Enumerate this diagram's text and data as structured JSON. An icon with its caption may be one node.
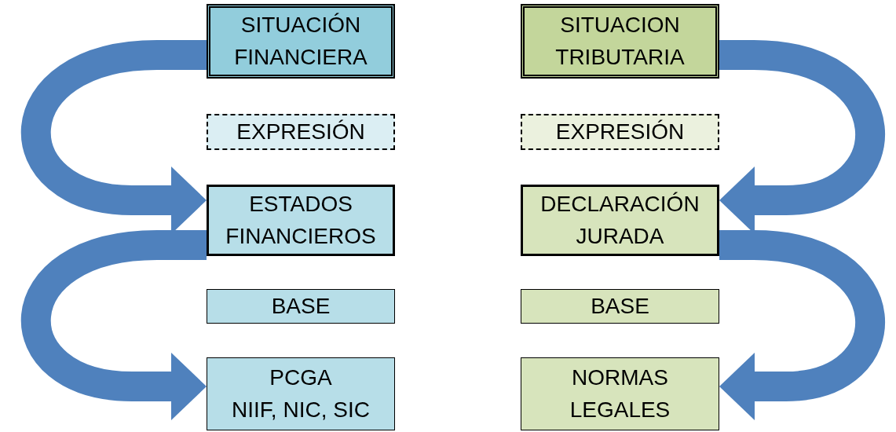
{
  "diagram": {
    "nodes": [
      {
        "text": [
          "SITUACIÓN FINANCIERA"
        ]
      },
      {
        "text": [
          "SITUACION TRIBUTARIA"
        ]
      },
      {
        "text": [
          "EXPRESIÓN"
        ]
      },
      {
        "text": [
          "EXPRESIÓN"
        ]
      },
      {
        "text": [
          "ESTADOS FINANCIEROS"
        ]
      },
      {
        "text": [
          "DECLARACIÓN JURADA"
        ]
      },
      {
        "text": [
          "BASE"
        ]
      },
      {
        "text": [
          "BASE"
        ]
      },
      {
        "text": [
          "PCGA",
          "NIIF, NIC, SIC"
        ]
      },
      {
        "text": [
          "NORMAS LEGALES"
        ]
      }
    ],
    "edges": [
      {
        "from": 0,
        "to": 4,
        "arrow": "to"
      },
      {
        "from": 4,
        "to": 8,
        "arrow": "to"
      },
      {
        "from": 1,
        "to": 5,
        "arrow": "to"
      },
      {
        "from": 5,
        "to": 9,
        "arrow": "to"
      }
    ]
  }
}
